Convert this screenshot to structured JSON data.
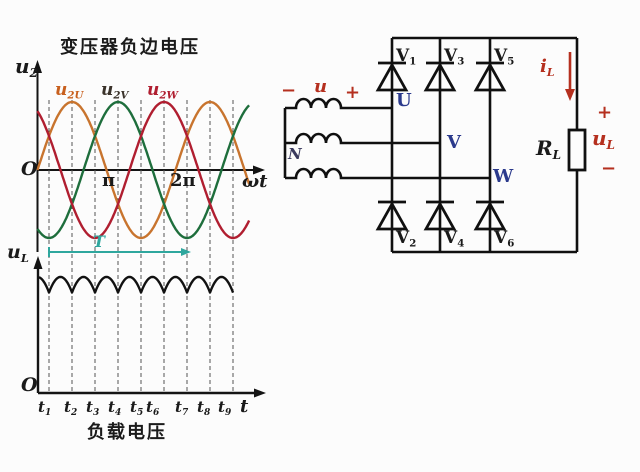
{
  "colors": {
    "phase_u": "#c8742e",
    "phase_v": "#1e6e3c",
    "phase_w": "#b01e30",
    "label_u2u": "#c8601e",
    "label_u2v": "#3a322a",
    "label_u2w": "#b01e30",
    "teal": "#2fa79e",
    "red": "#b5301f",
    "blue": "#2b3a8c",
    "neutral_blue": "#3a3a5e",
    "black": "#1a1a1a"
  },
  "waveform_panel": {
    "title": "变压器负边电压",
    "y_label_main": "u",
    "y_label_sub": "2",
    "origin": "O",
    "tick_pi": "π",
    "tick_2pi": "2π",
    "x_label": "ωt",
    "curve_labels": [
      {
        "main": "u",
        "sub": "2U"
      },
      {
        "main": "u",
        "sub": "2V"
      },
      {
        "main": "u",
        "sub": "2W"
      }
    ],
    "period_label": "T"
  },
  "load_panel": {
    "y_label_main": "u",
    "y_label_sub": "L",
    "origin": "O",
    "x_label": "t",
    "time_labels": [
      {
        "main": "t",
        "sub": "1"
      },
      {
        "main": "t",
        "sub": "2"
      },
      {
        "main": "t",
        "sub": "3"
      },
      {
        "main": "t",
        "sub": "4"
      },
      {
        "main": "t",
        "sub": "5"
      },
      {
        "main": "t",
        "sub": "6"
      },
      {
        "main": "t",
        "sub": "7"
      },
      {
        "main": "t",
        "sub": "8"
      },
      {
        "main": "t",
        "sub": "9"
      }
    ],
    "caption": "负载电压"
  },
  "circuit": {
    "source": {
      "minus": "−",
      "u": "u",
      "plus": "+",
      "neutral": "N"
    },
    "phases": [
      "U",
      "V",
      "W"
    ],
    "diodes_top": [
      {
        "main": "V",
        "sub": "1"
      },
      {
        "main": "V",
        "sub": "3"
      },
      {
        "main": "V",
        "sub": "5"
      }
    ],
    "diodes_bottom": [
      {
        "main": "V",
        "sub": "2"
      },
      {
        "main": "V",
        "sub": "4"
      },
      {
        "main": "V",
        "sub": "6"
      }
    ],
    "load": {
      "resistor_main": "R",
      "resistor_sub": "L",
      "current_main": "i",
      "current_sub": "L",
      "v_plus": "+",
      "v_main": "u",
      "v_sub": "L",
      "v_minus": "−"
    }
  },
  "chart_data": [
    {
      "type": "line",
      "title": "变压器负边电压",
      "xlabel": "ωt",
      "ylabel": "u2",
      "x_unit": "deg",
      "x_range": [
        0,
        553
      ],
      "x_ticks": [
        {
          "label": "π",
          "deg": 180
        },
        {
          "label": "2π",
          "deg": 360
        }
      ],
      "ylim": [
        -1,
        1
      ],
      "amplitude": 1,
      "grid": false,
      "series": [
        {
          "name": "u2U",
          "formula": "sin(θ)",
          "phase_deg": 0,
          "color": "#c8742e"
        },
        {
          "name": "u2V",
          "formula": "sin(θ-120°)",
          "phase_deg": -120,
          "color": "#1e6e3c"
        },
        {
          "name": "u2W",
          "formula": "sin(θ+120°)",
          "phase_deg": 120,
          "color": "#b01e30"
        }
      ],
      "dashed_marker_degs": [
        30,
        90,
        150,
        210,
        270,
        330,
        390,
        450,
        510
      ],
      "period_marker": {
        "label": "T",
        "from_deg": 30,
        "to_deg": 390
      }
    },
    {
      "type": "line",
      "title": "负载电压",
      "xlabel": "t",
      "ylabel": "uL",
      "description": "Six-pulse rectified load voltage uL=√3·U2m·cos(δ), δ∈[-30°,30°] repeating every 60°",
      "x_range": [
        4,
        510
      ],
      "peak": 1.732,
      "valley": 1.5,
      "valley_times": [
        "t1",
        "t2",
        "t3",
        "t4",
        "t5",
        "t6",
        "t7",
        "t8",
        "t9"
      ],
      "valley_degs": [
        30,
        90,
        150,
        210,
        270,
        330,
        390,
        450,
        510
      ]
    }
  ]
}
